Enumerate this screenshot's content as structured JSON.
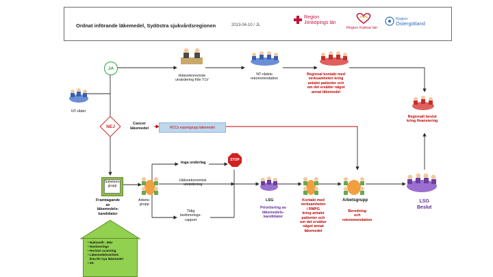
{
  "header": {
    "title": "Ordnat införande läkemedel, Sydöstra sjukvårdsregionen",
    "date": "2013-04-10 / JL",
    "logos": [
      {
        "name": "region-jonkoping-logo",
        "lines": [
          "Region",
          "Jönköpings län"
        ],
        "color": "#c0143c"
      },
      {
        "name": "region-kalmar-logo",
        "lines": [
          "Region Kalmar län"
        ],
        "color": "#c0143c"
      },
      {
        "name": "region-ostergotland-logo",
        "lines": [
          "Region",
          "Östergötland"
        ],
        "color": "#2f6db5"
      }
    ]
  },
  "nodes": {
    "nt_radet": "NT-rådet",
    "ja": "JA",
    "nej": "NEJ",
    "halsoek_tlv": [
      "Hälsoekonomisk",
      "utvärdering från TLV"
    ],
    "nt_rek": [
      "NT-rådets",
      "rekommendation"
    ],
    "regional_kontakt": [
      "Regional kontakt med",
      "verksamheten kring",
      "antalet patienter och",
      "om det ersätter något",
      "annat läkemedel"
    ],
    "regionalt_beslut": [
      "Regionalt beslut",
      "kring finansiering"
    ],
    "cancer": [
      "Cancer",
      "läkemedel"
    ],
    "rcc_box": "RCCs expertgrupp läkemedel",
    "inga_underlag": "Inga underlag",
    "stop": "STOP",
    "halsoek_utv": [
      "Hälsoekonomisk",
      "utvärdering"
    ],
    "tidig": [
      "Tidig",
      "bedömnings-",
      "rapport"
    ],
    "framtagande": [
      "Framtagande",
      "av",
      "läkemedels-",
      "kandidater"
    ],
    "doc": [
      "Substans-",
      "grupp"
    ],
    "arbetsgrupp1": [
      "Arbets-",
      "grupp"
    ],
    "lsg1": "LSG",
    "prioritering": [
      "Prioritering av",
      "läkemedels-",
      "kandidater"
    ],
    "kontakt": [
      "Kontakt med",
      "verksamheten",
      "/ RMPG",
      "kring antalet",
      "patienter och",
      "om det ersätter",
      "något annat",
      "läkemedel"
    ],
    "arbetsgrupp2": "Arbetsgrupp",
    "beredning": [
      "Beredning",
      "och",
      "rekommendation"
    ],
    "lsg_beslut": [
      "LSG",
      "Beslut"
    ]
  },
  "green_list": [
    "Nationellt - IMU",
    "Nominerings",
    "Horizon scanning",
    "Läkemedelsverkets",
    "lista för nya läkemedel",
    "ZK"
  ],
  "colors": {
    "arrow": "#2b2b2b",
    "red_text": "#c00000",
    "ja_green": "#2e9e3a",
    "nej_red": "#d02020",
    "rcc_box_fill": "#bdd7ee",
    "green_block": "#92d050"
  }
}
